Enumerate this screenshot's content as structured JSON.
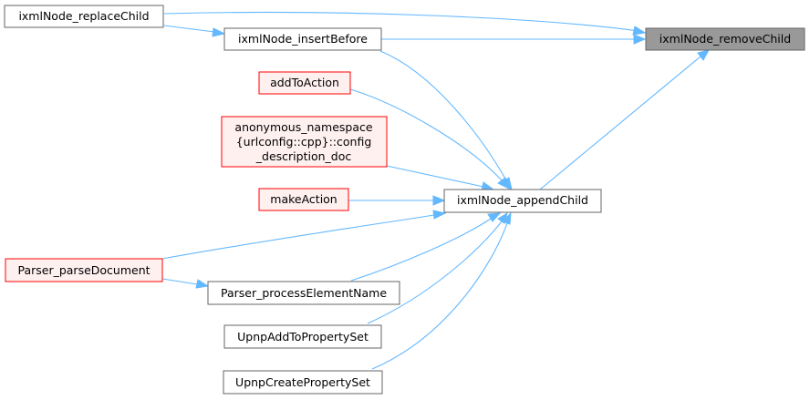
{
  "colors": {
    "edge": "#63b8ff",
    "normal_border": "#666666",
    "normal_fill": "#ffffff",
    "red_border": "#ff0000",
    "red_fill": "#fff0f0",
    "focus_fill": "#999999",
    "focus_border": "#666666"
  },
  "nodes": {
    "remove_child": {
      "lines": [
        "ixmlNode_removeChild"
      ]
    },
    "replace_child": {
      "lines": [
        "ixmlNode_replaceChild"
      ]
    },
    "insert_before": {
      "lines": [
        "ixmlNode_insertBefore"
      ]
    },
    "add_to_action": {
      "lines": [
        "addToAction"
      ]
    },
    "anon_ns": {
      "lines": [
        "anonymous_namespace",
        "{urlconfig::cpp}::config",
        "_description_doc"
      ]
    },
    "make_action": {
      "lines": [
        "makeAction"
      ]
    },
    "append_child": {
      "lines": [
        "ixmlNode_appendChild"
      ]
    },
    "parse_document": {
      "lines": [
        "Parser_parseDocument"
      ]
    },
    "process_element_name": {
      "lines": [
        "Parser_processElementName"
      ]
    },
    "add_to_property_set": {
      "lines": [
        "UpnpAddToPropertySet"
      ]
    },
    "create_property_set": {
      "lines": [
        "UpnpCreatePropertySet"
      ]
    }
  }
}
